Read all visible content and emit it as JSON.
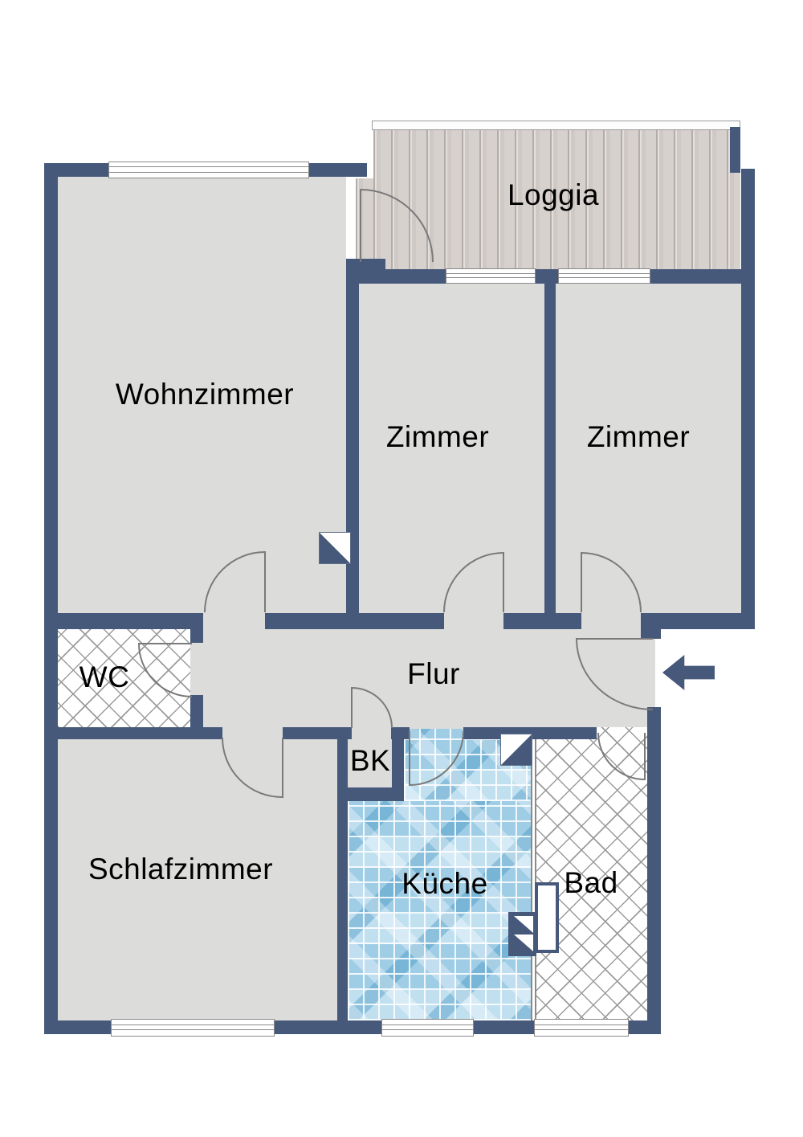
{
  "floorplan": {
    "rooms": [
      {
        "id": "loggia",
        "label": "Loggia"
      },
      {
        "id": "wohnzimmer",
        "label": "Wohnzimmer"
      },
      {
        "id": "zimmer-1",
        "label": "Zimmer"
      },
      {
        "id": "zimmer-2",
        "label": "Zimmer"
      },
      {
        "id": "wc",
        "label": "WC"
      },
      {
        "id": "flur",
        "label": "Flur"
      },
      {
        "id": "schlafzimmer",
        "label": "Schlafzimmer"
      },
      {
        "id": "bk",
        "label": "BK"
      },
      {
        "id": "kueche",
        "label": "Küche"
      },
      {
        "id": "bad",
        "label": "Bad"
      }
    ],
    "colors": {
      "wall": "#47597b",
      "room_fill": "#dcdddb",
      "wood_floor": "#d7d1ce",
      "tile_blue": "#9fcde6",
      "hatch_line": "#9b9b9b",
      "door_arc": "#7a7a7a",
      "label_text": "#000000",
      "background": "#ffffff"
    },
    "entrance_arrow": {
      "icon": "arrow-left-icon",
      "direction": "left"
    }
  }
}
